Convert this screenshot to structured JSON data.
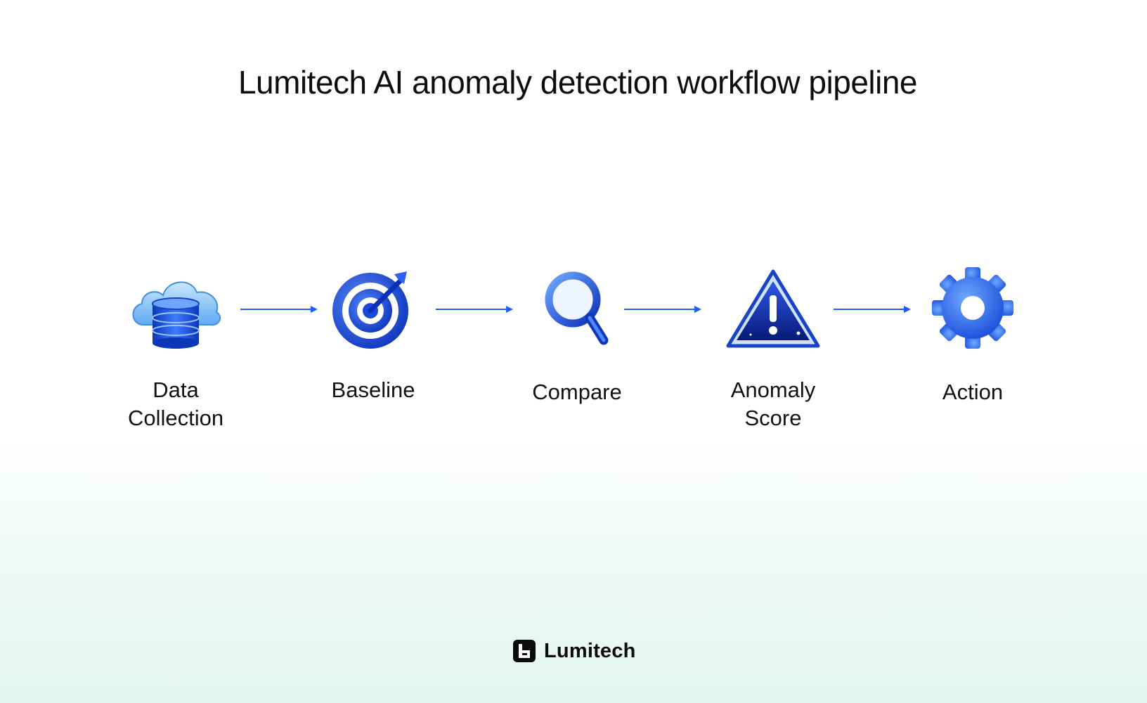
{
  "title": "Lumitech AI anomaly detection workflow pipeline",
  "steps": [
    {
      "label_line1": "Data",
      "label_line2": "Collection",
      "icon": "cloud-database-icon"
    },
    {
      "label_line1": "Baseline",
      "label_line2": "",
      "icon": "target-arrow-icon"
    },
    {
      "label_line1": "Compare",
      "label_line2": "",
      "icon": "magnifier-icon"
    },
    {
      "label_line1": "Anomaly",
      "label_line2": "Score",
      "icon": "warning-triangle-icon"
    },
    {
      "label_line1": "Action",
      "label_line2": "",
      "icon": "gear-icon"
    }
  ],
  "brand": {
    "name": "Lumitech",
    "icon": "lumitech-logo-icon"
  },
  "colors": {
    "accent": "#1f5cff",
    "icon_light": "#8fc8ff",
    "icon_dark": "#0a2fb8",
    "text": "#111111",
    "bg_bottom": "#e2f7f2"
  }
}
